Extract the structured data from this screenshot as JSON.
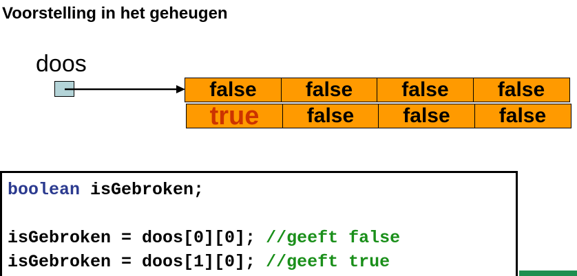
{
  "heading": "Voorstelling in het geheugen",
  "variable": {
    "label": "doos"
  },
  "grid": {
    "rows": [
      [
        "false",
        "false",
        "false",
        "false"
      ],
      [
        "true",
        "false",
        "false",
        "false"
      ]
    ],
    "highlight_cell": "row 1, column 0"
  },
  "code": {
    "line1": {
      "keyword": "boolean",
      "rest": " isGebroken;"
    },
    "line2": {
      "code": "isGebroken = doos[0][0]; ",
      "comment": "//geeft false"
    },
    "line3": {
      "code": "isGebroken = doos[1][0]; ",
      "comment": "//geeft true"
    }
  },
  "colors": {
    "cell_fill": "#ff9a00",
    "highlight_text": "#cc3300",
    "reference_box": "#b4d4d8",
    "keyword": "#2b3a8f",
    "comment": "#1a8f1a",
    "bottom_bar": "#1f8f4f"
  }
}
